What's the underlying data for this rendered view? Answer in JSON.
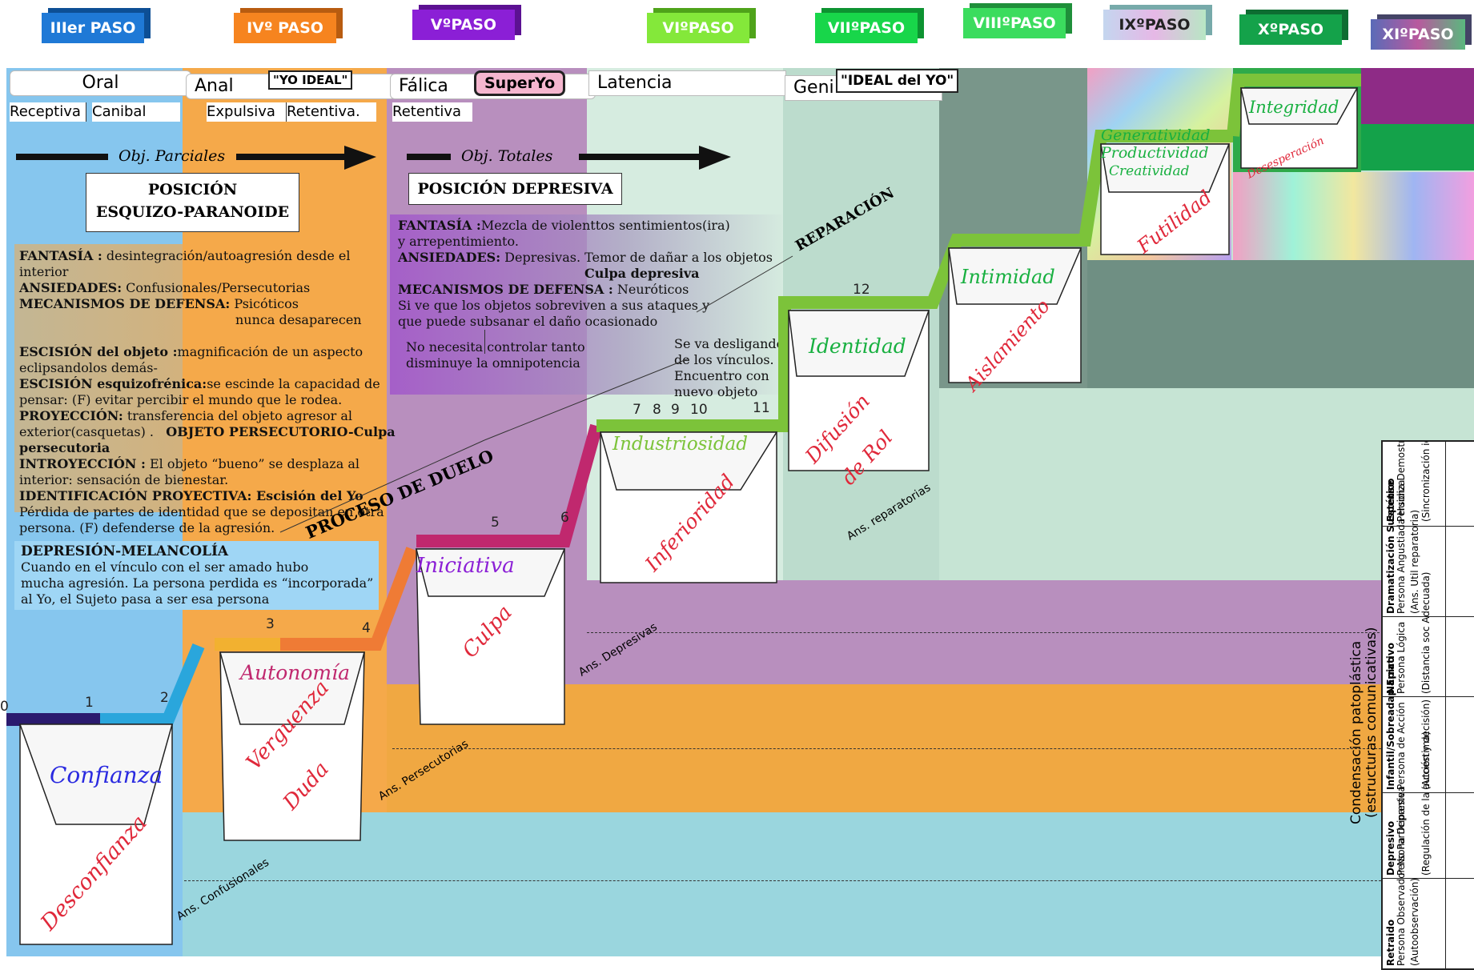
{
  "pasos": [
    "IIIer PASO",
    "IVº PASO",
    "VºPASO",
    "VIºPASO",
    "VIIºPASO",
    "VIIIºPASO",
    "IXºPASO",
    "XºPASO",
    "XIºPASO"
  ],
  "stages": {
    "oral": "Oral",
    "oral_a": "Receptiva",
    "oral_b": "Canibal",
    "anal": "Anal",
    "anal_a": "Expulsiva",
    "anal_b": "Retentiva.",
    "yo_ideal": "\"YO IDEAL\"",
    "falica": "Fálica",
    "falica_a": "Retentiva",
    "superyo": "SuperYo",
    "latencia": "Latencia",
    "geni": "Geni.",
    "ideal_yo": "\"IDEAL del YO\""
  },
  "objects": {
    "parciales": "Obj. Parciales",
    "totales": "Obj. Totales"
  },
  "positions": {
    "ep_line1": "POSICIÓN",
    "ep_line2": "ESQUIZO-PARANOIDE",
    "dep": "POSICIÓN DEPRESIVA"
  },
  "left_text": {
    "fantasia_k": "FANTASÍA :",
    "fantasia_v": " desintegración/autoagresión desde el interior",
    "ansiedades_k": "ANSIEDADES:",
    "ansiedades_v": " Confusionales/Persecutorias",
    "mecanismos_k": "MECANISMOS DE DEFENSA:",
    "mecanismos_v": " Psicóticos",
    "mecanismos_v2": "nunca desaparecen",
    "escision_k": "ESCISIÓN del objeto :",
    "escision_v": "magnificación de un aspecto",
    "escision_v2": "eclipsandolos demás-",
    "esquizo_k": "ESCISIÓN esquizofrénica:",
    "esquizo_v": "se escinde la capacidad de",
    "esquizo_v2": "pensar: (F) evitar percibir el mundo que le rodea.",
    "proy_k": "PROYECCIÓN:",
    "proy_v": " transferencia del objeto agresor al",
    "proy_v2": "exterior(casquetas) .",
    "objpers": "OBJETO PERSECUTORIO-Culpa persecutoria",
    "intro_k": "INTROYECCIÓN :",
    "intro_v": " El objeto “bueno” se desplaza al",
    "intro_v2": "interior: sensación de bienestar.",
    "ident_k": "IDENTIFICACIÓN PROYECTIVA: Escisión del Yo",
    "ident_v": "Pérdida de partes de identidad que se depositan en otra",
    "ident_v2": "persona. (F) defenderse de la agresión."
  },
  "depresion": {
    "title": "DEPRESIÓN-MELANCOLÍA",
    "l1": "Cuando en el vínculo con el ser amado hubo",
    "l2": "mucha agresión. La persona perdida es “incorporada”",
    "l3": "al Yo, el Sujeto pasa a ser esa persona"
  },
  "mid_text": {
    "fantasia_k": "FANTASÍA :",
    "fantasia_v": "Mezcla de violenttos sentimientos(ira)",
    "fantasia_v2": "y arrepentimiento.",
    "ansiedades_k": "ANSIEDADES:",
    "ansiedades_v": " Depresivas. Temor de dañar a los objetos",
    "culpa": "Culpa depresiva",
    "mecanismos_k": "MECANISMOS DE DEFENSA :",
    "mecanismos_v": " Neuróticos",
    "l1": "Si ve que los objetos sobreviven a sus ataques y",
    "l2": "que puede subsanar el daño ocasionado",
    "n1": "No necesita controlar tanto",
    "n2": "disminuye la omnipotencia"
  },
  "desliga": [
    "Se va desligando",
    "de los vínculos.",
    "Encuentro con",
    "nuevo objeto"
  ],
  "diag_labels": {
    "reparacion": "REPARACIÓN",
    "duelo": "PROCESO DE DUELO"
  },
  "numbers": [
    "0",
    "1",
    "2",
    "3",
    "4",
    "5",
    "6",
    "7",
    "8",
    "9",
    "10",
    "11",
    "12"
  ],
  "virtues": {
    "confianza": "Confianza",
    "desconfianza": "Desconfianza",
    "autonomia": "Autonomía",
    "verguenza": "Verguenza",
    "duda": "Duda",
    "iniciativa": "Iniciativa",
    "culpa": "Culpa",
    "industriosidad": "Industriosidad",
    "inferioridad": "Inferioridad",
    "identidad": "Identidad",
    "difusion": "Difusión",
    "derol": "de Rol",
    "intimidad": "Intimidad",
    "aislamiento": "Aislamiento",
    "generatividad": "Generatividad",
    "productividad": "Productividad",
    "creatividad": "Creatividad",
    "futilidad": "Futilidad",
    "integridad": "Integridad",
    "desesperacion": "Desesperación"
  },
  "ansiedades": {
    "confusionales": "Ans. Confusionales",
    "persecutorias": "Ans. Persecutorias",
    "depresivas": "Ans. Depresivas",
    "reparatorias": "Ans. reparatorias"
  },
  "condensacion": {
    "l1": "Condensación patoplástica",
    "l2": "(estructuras comunicativas)"
  },
  "table": [
    {
      "c1": "Retraido",
      "c2": "Persona Observador No Participante",
      "c3": "(Autoobservación)"
    },
    {
      "c1": "Depresivo",
      "c2": "Persona Depresiva",
      "c3": "(Regulación de la autoestima)"
    },
    {
      "c1": "Infantil/Sobreadap Epico",
      "c2": "Persona de Acción",
      "c3": "(Acción y decisión)"
    },
    {
      "c1": "Narrativo",
      "c2": "Persona Lógica",
      "c3": "(Distancia soc Adecuada)"
    },
    {
      "c1": "Dramatización Suspense",
      "c2": "Persona Angustiada Huidiza",
      "c3": "(Ans. Util reparatoria)"
    },
    {
      "c1": "Estético",
      "c2": "Persona Demostrativa",
      "c3": "(Sincronización idea, acción expresión)"
    }
  ],
  "colors": {
    "blue": "#86c6ee",
    "orange": "#f5a94a",
    "purple": "#b88fbe",
    "mint": "#d6ece0",
    "teal": "#9ad6de",
    "green_stair": "#8dc63f",
    "dark_teal": "#79968a"
  }
}
